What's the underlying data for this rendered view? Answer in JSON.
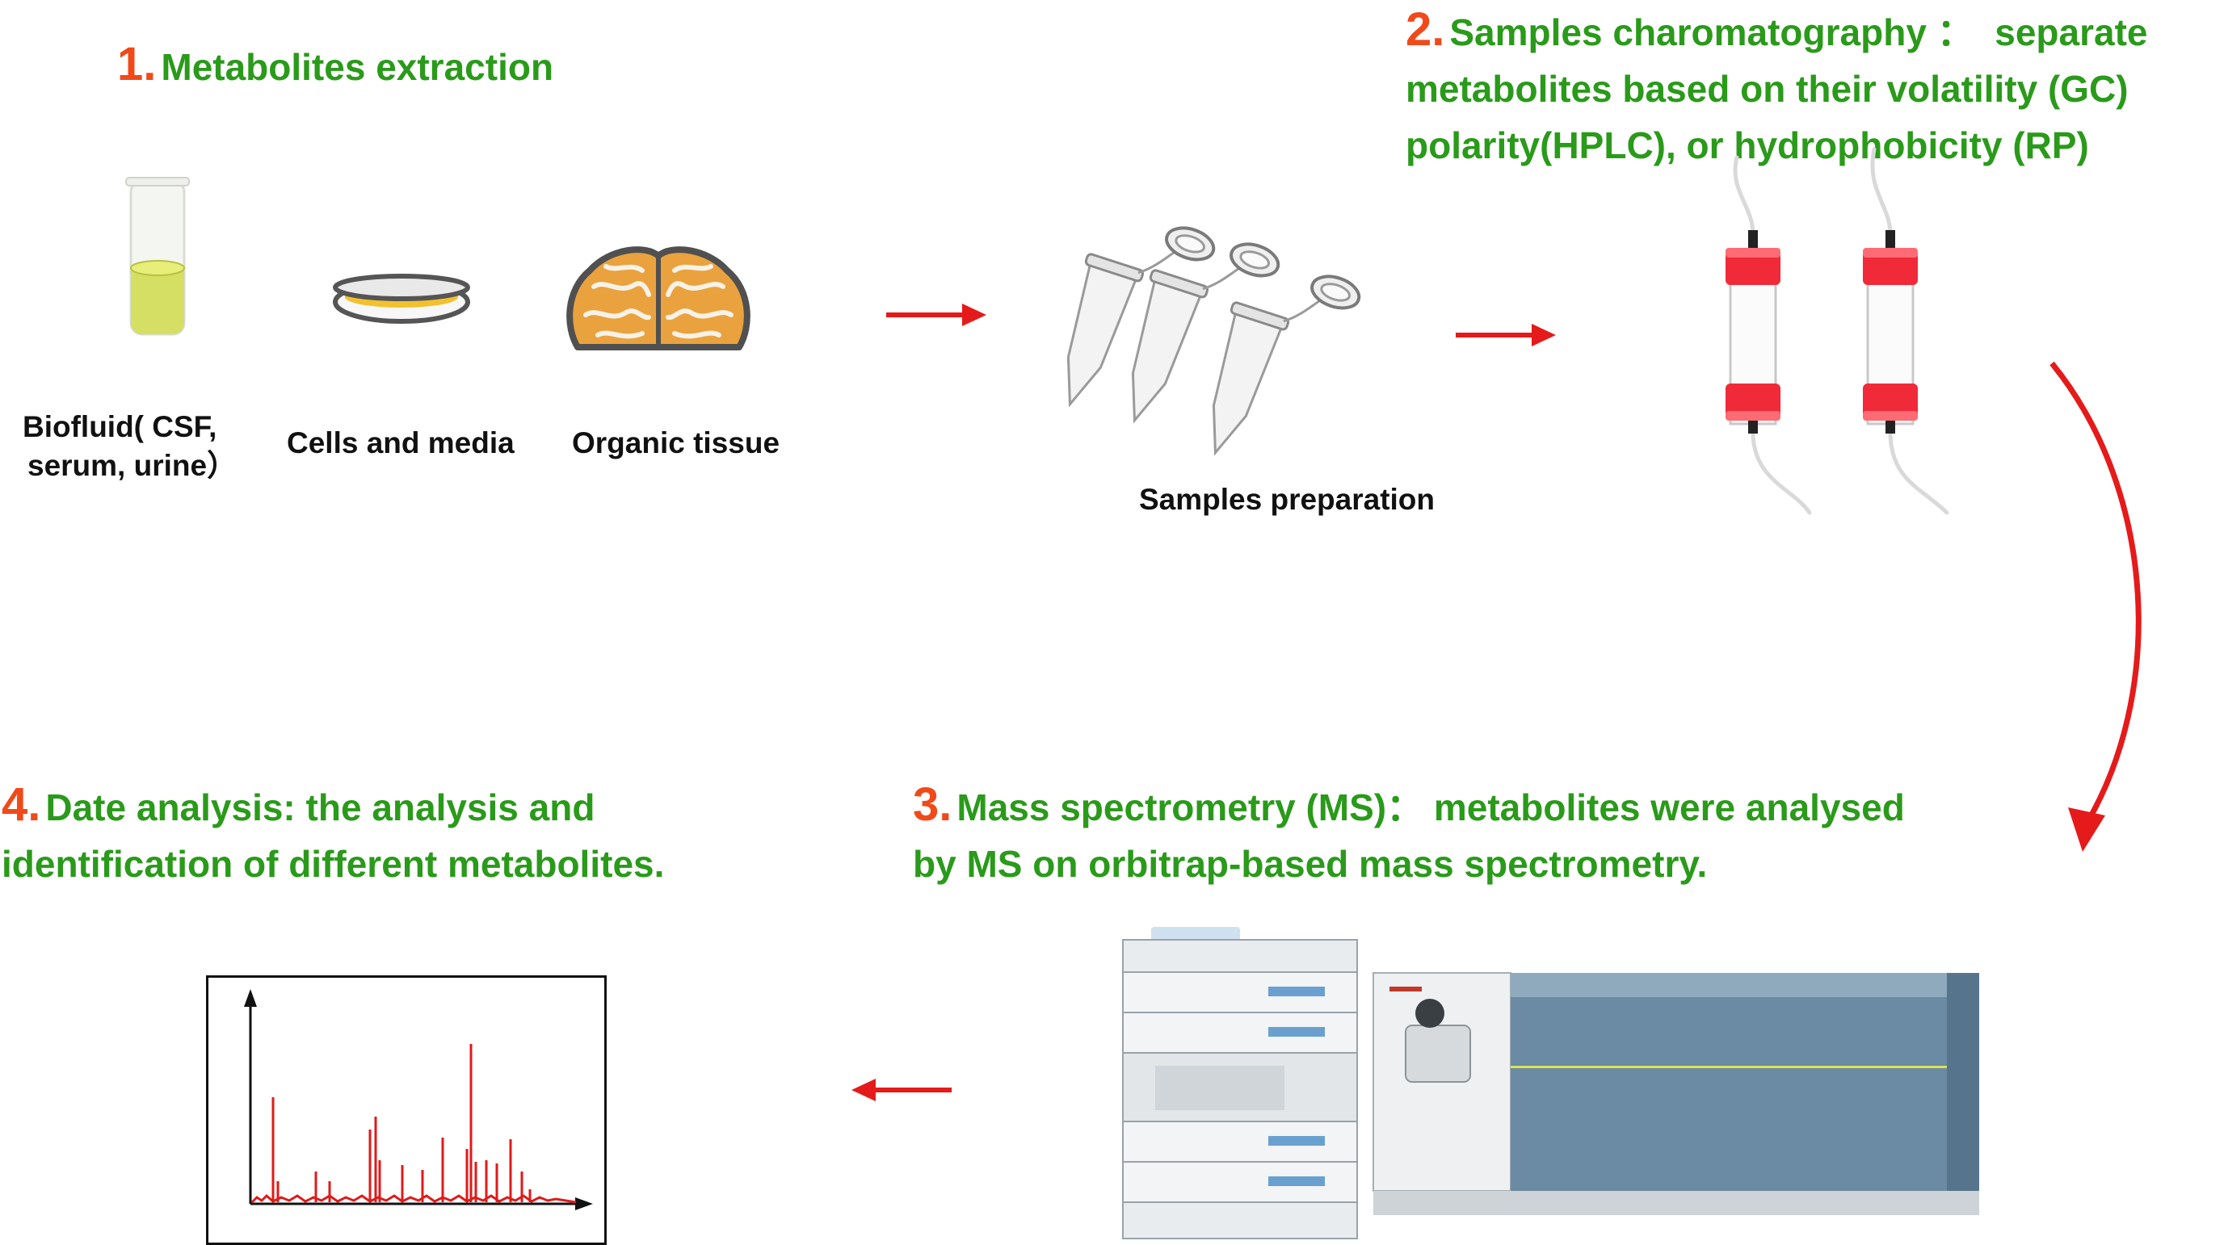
{
  "colors": {
    "step_text": "#2a9a1a",
    "step_number": "#f04a1a",
    "arrow": "#e51a1a",
    "spectrum": "#e01a1a",
    "column_cap": "#f02a38"
  },
  "steps": {
    "s1": {
      "number": "1.",
      "line1": "Metabolites  extraction"
    },
    "s2": {
      "number": "2.",
      "line1": "Samples charomatography ：  separate",
      "line2": "metabolites  based on their volatility  (GC)",
      "line3": "polarity(HPLC),   or hydrophobicity (RP)"
    },
    "s3": {
      "number": "3.",
      "line1": "Mass spectrometry (MS)：  metabolites were  analysed",
      "line2": "by MS on orbitrap-based mass spectrometry."
    },
    "s4": {
      "number": "4.",
      "line1": "Date analysis: the  analysis and",
      "line2": "identification of  different metabolites."
    }
  },
  "labels": {
    "biofluid_line1": "Biofluid( CSF,",
    "biofluid_line2": "serum, urine）",
    "cells": "Cells and media",
    "tissue": "Organic  tissue",
    "prep": "Samples preparation"
  },
  "icons": {
    "tube": "test-tube-icon",
    "dish": "petri-dish-icon",
    "brain": "brain-icon",
    "eppendorf": "eppendorf-tube-icon",
    "column": "chromatography-column-icon",
    "instrument": "mass-spectrometer-icon",
    "spectrum": "mass-spectrum-plot"
  }
}
